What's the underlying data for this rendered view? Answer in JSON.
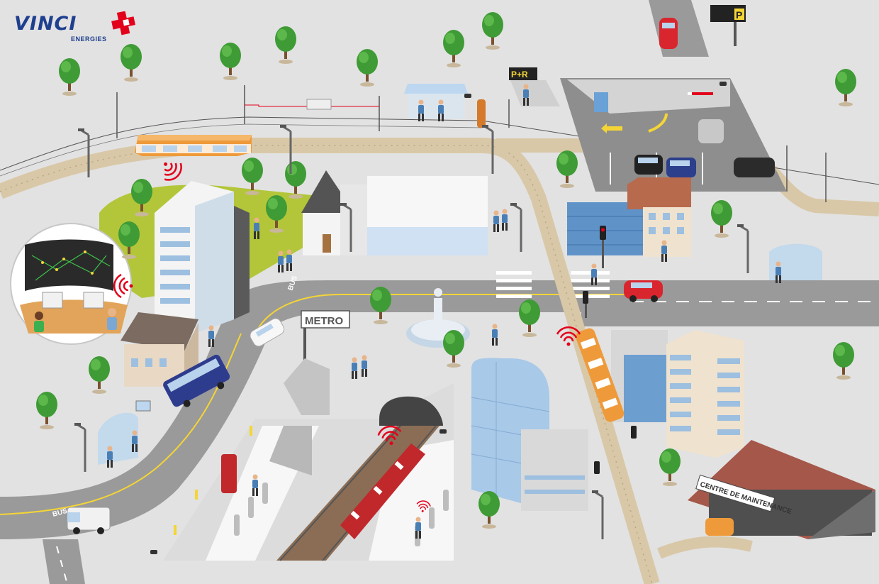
{
  "brand": {
    "name": "VINCI",
    "division": "ENERGIES",
    "colors": {
      "blue": "#1f3f8f",
      "red": "#e3001b"
    }
  },
  "signs": {
    "park_and_ride": "P+R",
    "metro": "METRO",
    "maintenance": "CENTRE DE MAINTENANCE",
    "bus_lane_left": "BUS",
    "bus_lane_upper": "BUS",
    "parking": "P"
  },
  "icons": [
    "wireless-signal-icon",
    "cctv-camera-icon",
    "traffic-light-icon",
    "tree-icon",
    "street-lamp-icon"
  ]
}
